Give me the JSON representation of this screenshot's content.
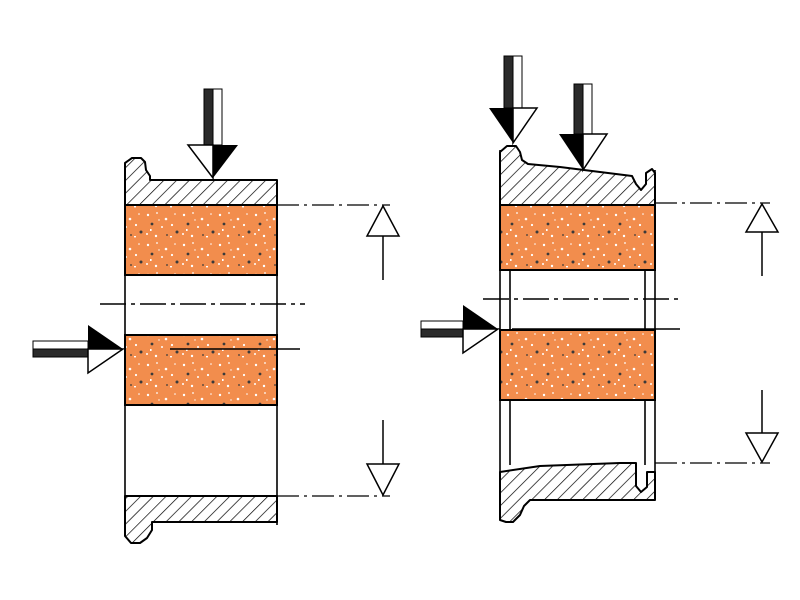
{
  "diagram": {
    "colors": {
      "abrasive": "#f28d4d",
      "grit": "#ffffff",
      "grit_dark": "#3a3a3a",
      "line": "#000000",
      "background": "#ffffff"
    },
    "views": [
      {
        "id": "left-view",
        "description_icons": [
          "top-load-arrow",
          "side-load-arrow",
          "diameter-dimension-arrows"
        ]
      },
      {
        "id": "right-view",
        "description_icons": [
          "top-load-arrow",
          "top-load-arrow",
          "side-load-arrow",
          "diameter-dimension-arrows"
        ]
      }
    ]
  }
}
